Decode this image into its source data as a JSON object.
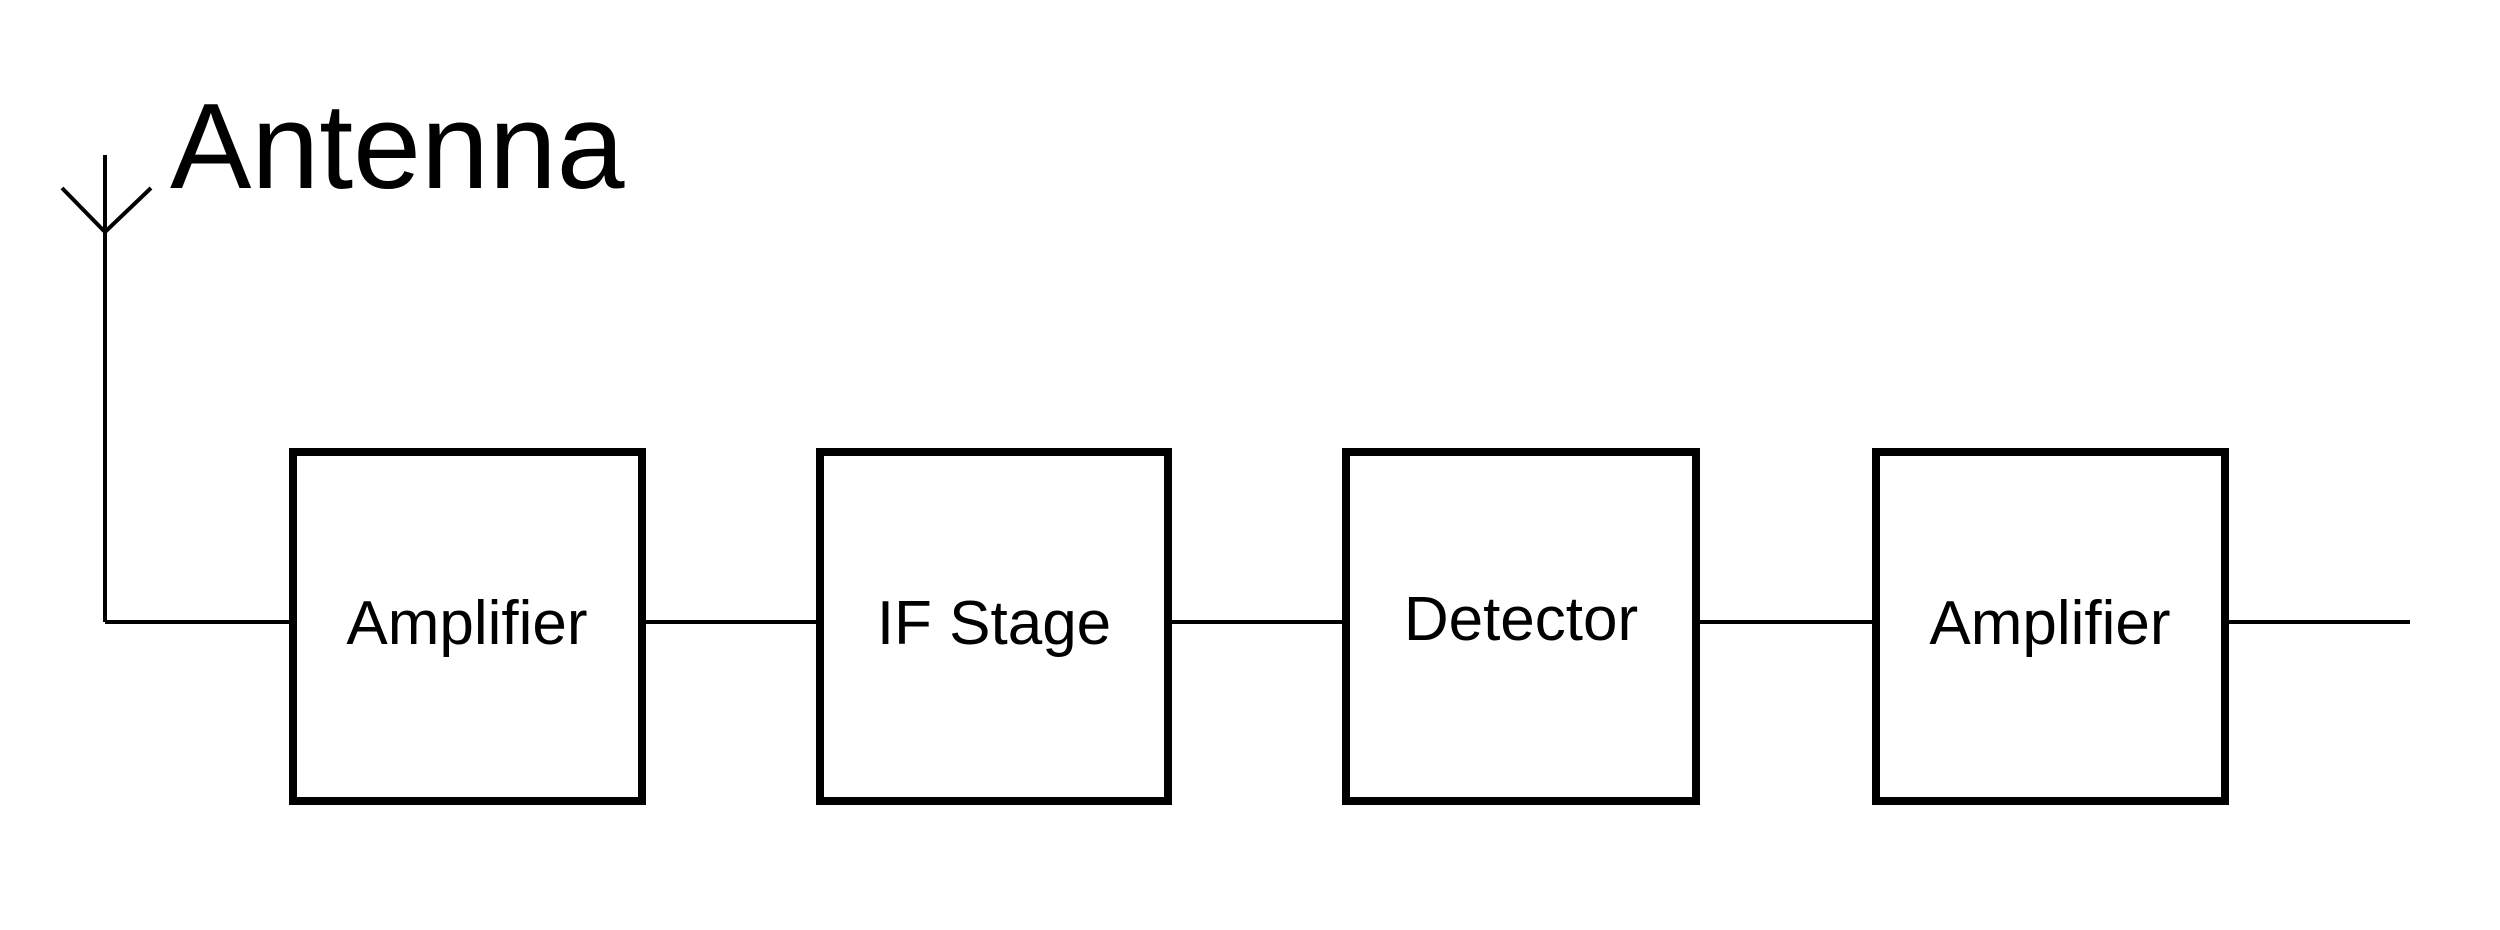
{
  "diagram": {
    "antenna_label": "Antenna",
    "blocks": [
      {
        "label": "Amplifier"
      },
      {
        "label": "IF Stage"
      },
      {
        "label": "Detector"
      },
      {
        "label": "Amplifier"
      }
    ],
    "colors": {
      "line": "#000000",
      "background": "#ffffff"
    },
    "icons": [
      "antenna-icon"
    ]
  }
}
